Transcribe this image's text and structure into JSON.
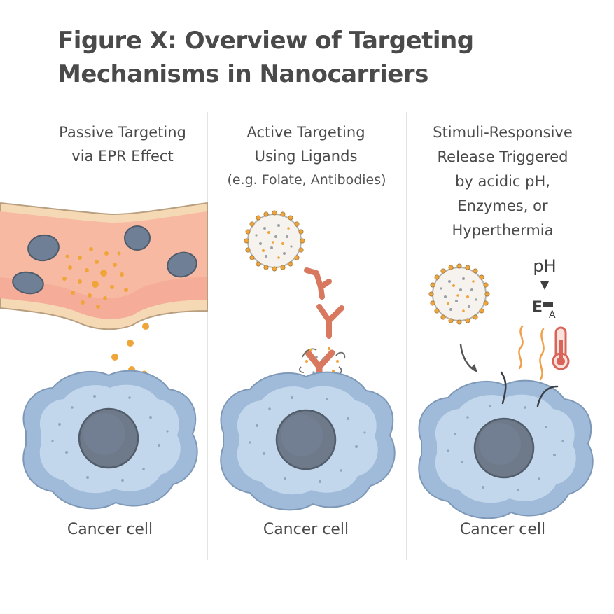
{
  "figure": {
    "title_line1": "Figure X: Overview of Targeting",
    "title_line2": "Mechanisms in Nanocarriers"
  },
  "panels": [
    {
      "title_lines": [
        "Passive Targeting",
        "via EPR Effect"
      ],
      "subtitle": "",
      "cell_label": "Cancer cell"
    },
    {
      "title_lines": [
        "Active Targeting",
        "Using Ligands"
      ],
      "subtitle": "(e.g. Folate, Antibodies)",
      "cell_label": "Cancer cell"
    },
    {
      "title_lines": [
        "Stimuli-Responsive",
        "Release Triggered",
        "by acidic pH,",
        "Enzymes, or",
        "Hyperthermia"
      ],
      "subtitle": "",
      "cell_label": "Cancer cell"
    }
  ],
  "stimuli": {
    "ph_label": "pH",
    "enzyme_label": "E",
    "enzyme_subscript": "A"
  },
  "colors": {
    "vessel_wall": "#f5d9b5",
    "vessel_lumen": "#f7b9a2",
    "blood_cell": "#6f7f95",
    "nanoparticle": "#f0a53a",
    "cell_membrane": "#a9c3de",
    "cell_cytoplasm": "#c6d9ec",
    "nucleus": "#6e7a8a",
    "antibody": "#d7785f",
    "heat": "#f0a04a",
    "thermometer": "#d9655a"
  }
}
